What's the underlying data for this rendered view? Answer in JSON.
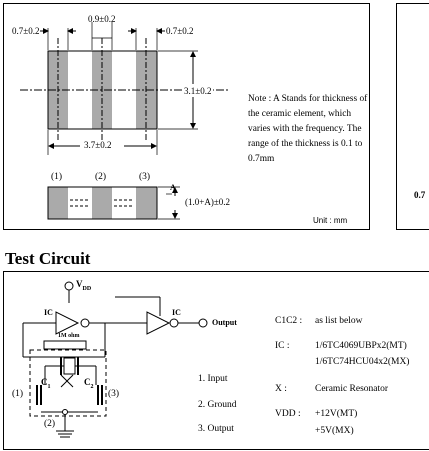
{
  "dimensions": {
    "pad_width": "0.7±0.2",
    "pad_gap": "0.9±0.2",
    "pad_width_right": "0.7±0.2",
    "height": "3.1±0.2",
    "length": "3.7±0.2",
    "thickness": "(1.0+A)±0.2",
    "thickness_marker": "A"
  },
  "side_view_pins": [
    "(1)",
    "(2)",
    "(3)"
  ],
  "note_text": "Note : A Stands for thickness of the ceramic element, which varies with the frequency. The range of the thickness is 0.1 to 0.7mm",
  "unit_label": "Unit : mm",
  "right_panel_fragment": "0.7",
  "test_circuit": {
    "title": "Test Circuit",
    "vdd_label": "V",
    "vdd_sub": "DD",
    "ic_label_left": "IC",
    "ic_label_right": "IC",
    "resistor_label": "1M ohm",
    "output_label": "Output",
    "x_label": "X",
    "c1_label": "C",
    "c1_sub": "1",
    "c2_label": "C",
    "c2_sub": "2",
    "node1": "(1)",
    "node2": "(2)",
    "node3": "(3)",
    "pins": [
      "1. Input",
      "2. Ground",
      "3. Output"
    ],
    "specs": [
      {
        "key": "C1C2 :",
        "values": [
          "as list below"
        ]
      },
      {
        "key": "IC :",
        "values": [
          "1/6TC4069UBPx2(MT)",
          "1/6TC74HCU04x2(MX)"
        ]
      },
      {
        "key": "X :",
        "values": [
          "Ceramic Resonator"
        ]
      },
      {
        "key": "VDD :",
        "values": [
          "+12V(MT)",
          "+5V(MX)"
        ]
      }
    ]
  }
}
